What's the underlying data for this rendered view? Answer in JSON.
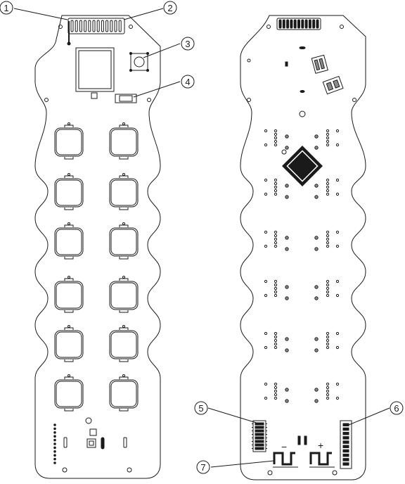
{
  "callouts": [
    "1",
    "2",
    "3",
    "4",
    "5",
    "6",
    "7"
  ],
  "polarity": {
    "minus": "−",
    "plus": "+"
  },
  "colors": {
    "line": "#1a1a1a",
    "fill": "#ffffff",
    "grey": "#8c8c8c"
  }
}
